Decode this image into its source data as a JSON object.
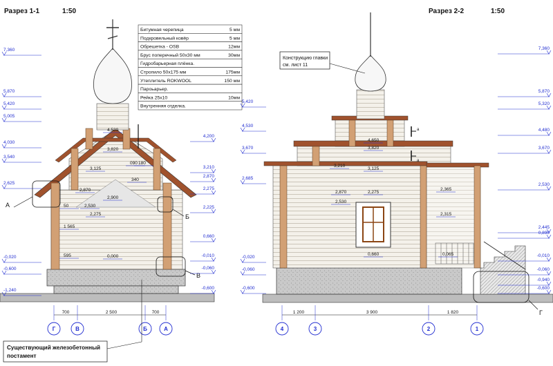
{
  "left": {
    "title": "Разрез 1-1",
    "scale": "1:50",
    "levels_left": [
      "7,360",
      "5,870",
      "5,420",
      "5,005",
      "4,030",
      "3,540",
      "2,625",
      "-0,020",
      "-0,600",
      "-1,240"
    ],
    "levels_right": [
      "4,200",
      "3,210",
      "2,870",
      "2,275",
      "2,225",
      "0,660",
      "-0,010",
      "-0,060",
      "-0,600"
    ],
    "dims": [
      "4,530",
      "3,820",
      "3,125",
      "2,870",
      "2,900",
      "2,530",
      "2,275",
      "0,000",
      "180",
      "090",
      "340",
      "1 565",
      "50",
      "595"
    ],
    "callouts": {
      "a": "А",
      "b": "Б",
      "v": "В"
    },
    "axes": [
      "Г",
      "В",
      "Б",
      "А"
    ],
    "axis_dims": [
      "700",
      "2 500",
      "700"
    ],
    "note": {
      "line1": "Существующий железобетонный",
      "line2": "постамент"
    }
  },
  "spec": [
    {
      "name": "Битумная черепица",
      "value": "5 мм"
    },
    {
      "name": "Подкровельный ковёр",
      "value": "5 мм"
    },
    {
      "name": "Обрешетка - OSB",
      "value": "12мм"
    },
    {
      "name": "Брус поперечный     50х30 мм",
      "value": "30мм"
    },
    {
      "name": "Гидробарьерная плёнка.",
      "value": ""
    },
    {
      "name": "Стропило  50х175 мм",
      "value": "175мм"
    },
    {
      "name": "Утеплитель ROKWOOL",
      "value": "150 мм"
    },
    {
      "name": "Пароьарьер.",
      "value": ""
    },
    {
      "name": "Рейка  25х10",
      "value": "10мм"
    },
    {
      "name": "Внутренняя  отделка.",
      "value": ""
    }
  ],
  "right": {
    "title": "Разрез 2-2",
    "scale": "1:50",
    "levels_left": [
      "5,420",
      "4,530",
      "3,670",
      "2,685",
      "-0,020",
      "-0,060",
      "-0,600"
    ],
    "levels_right": [
      "7,360",
      "5,870",
      "5,320",
      "4,480",
      "3,670",
      "2,530",
      "2,445",
      "0,890",
      "-0,010",
      "-0,060",
      "-0,940",
      "-0,600"
    ],
    "dims": [
      "4,650",
      "3,820",
      "3,210",
      "3,125",
      "2,870",
      "2,275",
      "2,530",
      "2,365",
      "2,315",
      "0,660",
      "0,065"
    ],
    "cutmark": "а",
    "note": {
      "line1": "Конструкцию главки",
      "line2": "см. лист 11"
    },
    "callouts": {
      "g": "Г"
    },
    "axes": [
      "4",
      "3",
      "2",
      "1"
    ],
    "axis_dims": [
      "1 200",
      "3 900",
      "1 820"
    ]
  }
}
